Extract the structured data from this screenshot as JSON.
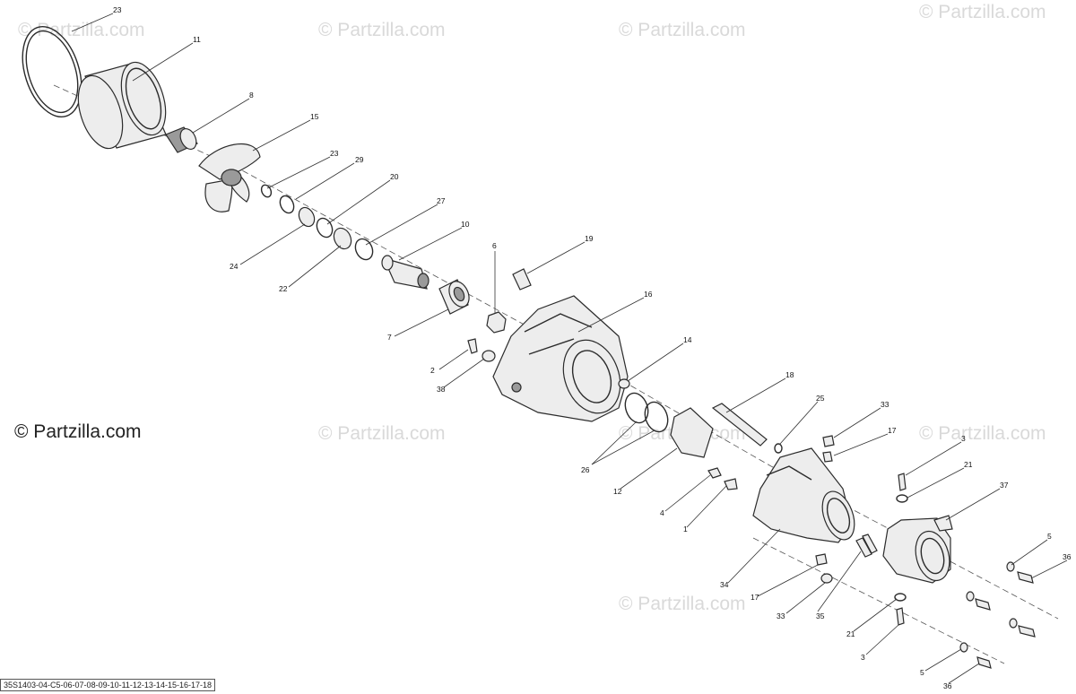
{
  "watermark_text": "© Partzilla.com",
  "brand_label": "© Partzilla.com",
  "caption": "35S1403-04-C5-06-07-08-09-10-11-12-13-14-15-16-17-18",
  "callouts": [
    "23",
    "11",
    "8",
    "15",
    "23",
    "29",
    "20",
    "27",
    "10",
    "24",
    "22",
    "6",
    "19",
    "16",
    "7",
    "14",
    "2",
    "38",
    "18",
    "25",
    "33",
    "17",
    "3",
    "26",
    "12",
    "21",
    "37",
    "4",
    "1",
    "5",
    "36",
    "34",
    "17",
    "33",
    "35",
    "21",
    "3",
    "5",
    "36"
  ]
}
